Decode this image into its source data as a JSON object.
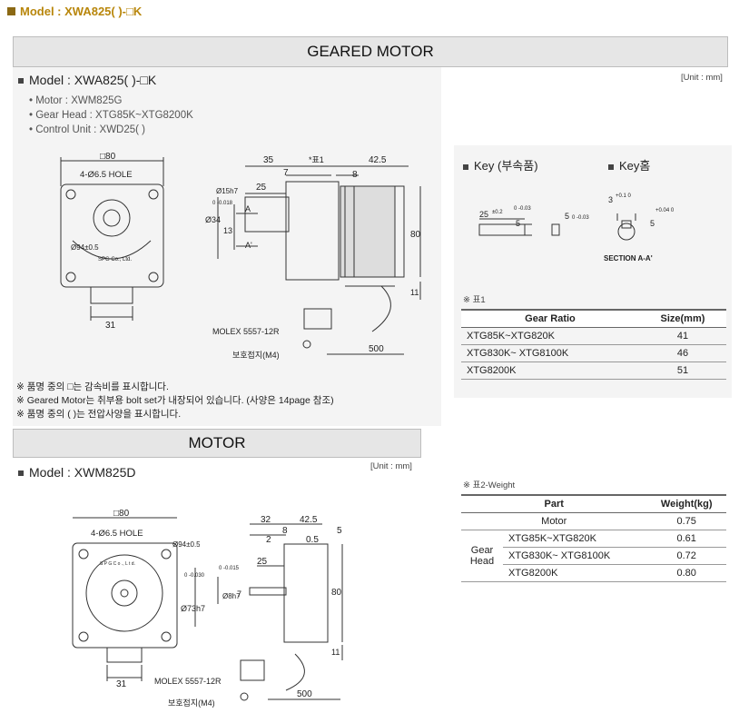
{
  "header": {
    "model_line": "Model : XWA825(  )-□K"
  },
  "geared": {
    "title": "GEARED MOTOR",
    "unit": "[Unit : mm]",
    "model": "Model : XWA825(  )-□K",
    "specs": [
      "• Motor : XWM825G",
      "• Gear Head : XTG85K~XTG8200K",
      "• Control Unit : XWD25(  )"
    ],
    "dims": {
      "sq": "□80",
      "hole": "4-Ø6.5 HOLE",
      "pcd": "Ø94±0.5",
      "brand": "SPG Co., Ltd.",
      "w31": "31",
      "d35": "35",
      "d7": "7",
      "d25": "25",
      "d13": "13",
      "dstar": "*표1",
      "d8": "8",
      "d425": "42.5",
      "d34": "Ø34",
      "d15": "Ø15h7",
      "d15tol": "0 -0.018",
      "d80": "80",
      "d11": "11",
      "aa": "A",
      "aa2": "A'",
      "molex": "MOLEX 5557-12R",
      "ground": "보호접지(M4)",
      "cable": "500"
    },
    "notes": [
      "※ 품명 중의 □는 감속비를 표시합니다.",
      "※ Geared Motor는 취부용 bolt set가 내장되어 있습니다. (사양은 14page 참조)",
      "※ 품명 중의 (  )는 전압사양을 표시합니다."
    ]
  },
  "key": {
    "left_title": "Key (부속품)",
    "right_title": "Key홈",
    "dims": {
      "k25": "25",
      "k25tol": "±0.2",
      "k5": "5",
      "k5tol": "0 -0.03",
      "k3": "3",
      "k3tol": "+0.1 0",
      "k5b": "5",
      "k5btol": "+0.04 0",
      "section": "SECTION A-A'"
    },
    "table_note": "※ 표1",
    "table_headers": [
      "Gear Ratio",
      "Size(mm)"
    ],
    "table_rows": [
      [
        "XTG85K~XTG820K",
        "41"
      ],
      [
        "XTG830K~ XTG8100K",
        "46"
      ],
      [
        "XTG8200K",
        "51"
      ]
    ]
  },
  "motor": {
    "title": "MOTOR",
    "unit": "[Unit : mm]",
    "model": "Model : XWM825D",
    "dims": {
      "sq": "□80",
      "hole": "4-Ø6.5 HOLE",
      "pcd": "Ø94±0.5",
      "brand": "S P G  C o ., L t d.",
      "w31": "31",
      "d32": "32",
      "d425": "42.5",
      "d5": "5",
      "d8": "8",
      "d2": "2",
      "d05": "0.5",
      "d25": "25",
      "d73": "Ø73h7",
      "d73tol": "0 -0.030",
      "d8s": "Ø8h7",
      "d8stol": "0 -0.015",
      "d7": "7",
      "d80": "80",
      "d11": "11",
      "molex": "MOLEX 5557-12R",
      "ground": "보호접지(M4)",
      "cable": "500"
    }
  },
  "weight": {
    "note": "※ 표2-Weight",
    "headers": [
      "Part",
      "Weight(kg)"
    ],
    "motor_row": [
      "Motor",
      "0.75"
    ],
    "gear_label": "Gear Head",
    "gear_rows": [
      [
        "XTG85K~XTG820K",
        "0.61"
      ],
      [
        "XTG830K~ XTG8100K",
        "0.72"
      ],
      [
        "XTG8200K",
        "0.80"
      ]
    ]
  }
}
